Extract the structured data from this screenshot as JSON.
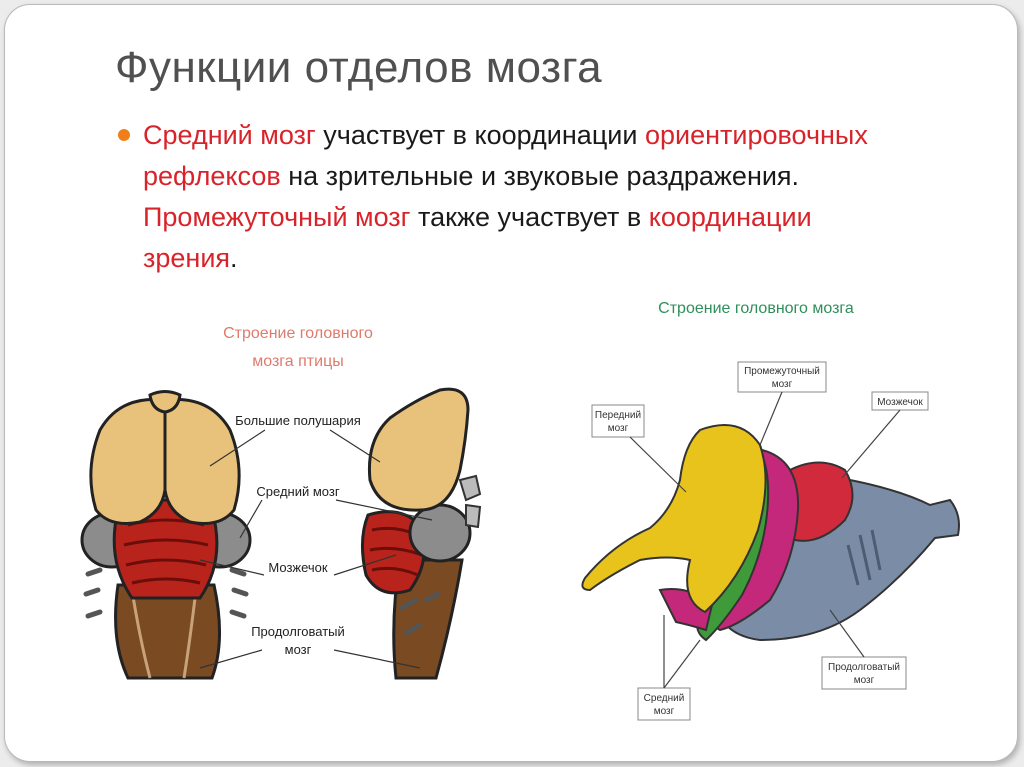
{
  "slide": {
    "title": "Функции отделов мозга",
    "bullet": {
      "p1": " ",
      "h1": "Средний мозг",
      "p2": " участвует в координации ",
      "h2": "ориентировочных рефлексов",
      "p3": " на зрительные и звуковые раздражения. ",
      "h3": "Промежуточный мозг",
      "p4": " также участвует в ",
      "h4": "координации зрения",
      "p5": "."
    },
    "colors": {
      "highlight": "#d9232a",
      "bullet": "#f07f1a",
      "title": "#505050"
    }
  },
  "bird_figure": {
    "title_line1": "Строение головного",
    "title_line2": "мозга птицы",
    "labels": {
      "hemispheres": "Большие полушария",
      "midbrain": "Средний мозг",
      "cerebellum": "Мозжечок",
      "medulla_line1": "Продолговатый",
      "medulla_line2": "мозг"
    }
  },
  "fish_figure": {
    "title": "Строение головного мозга",
    "labels": {
      "forebrain_line1": "Передний",
      "forebrain_line2": "мозг",
      "diencephalon_line1": "Промежуточный",
      "diencephalon_line2": "мозг",
      "cerebellum": "Мозжечок",
      "midbrain_line1": "Средний",
      "midbrain_line2": "мозг",
      "medulla_line1": "Продолговатый",
      "medulla_line2": "мозг"
    }
  }
}
